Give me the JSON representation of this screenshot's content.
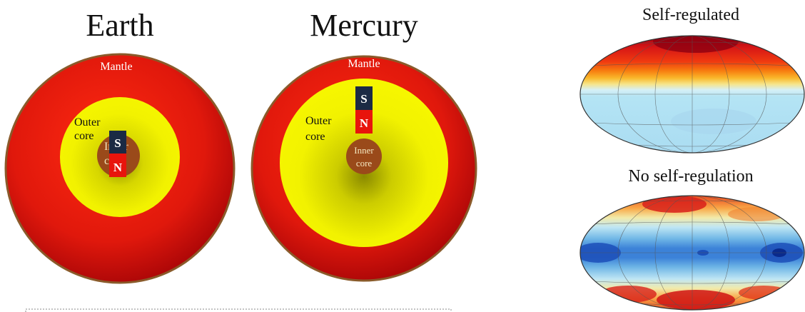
{
  "earth": {
    "title": "Earth",
    "mantle_label": "Mantle",
    "outer_core_label_1": "Outer",
    "outer_core_label_2": "core",
    "inner_core_label_1": "Inner",
    "inner_core_label_2": "core",
    "magnet_south": "S",
    "magnet_north": "N"
  },
  "mercury": {
    "title": "Mercury",
    "mantle_label": "Mantle",
    "outer_core_label_1": "Outer",
    "outer_core_label_2": "core",
    "inner_core_label_1": "Inner",
    "inner_core_label_2": "core",
    "magnet_south": "S",
    "magnet_north": "N"
  },
  "maps": {
    "top_title": "Self-regulated",
    "bottom_title": "No self-regulation"
  },
  "colors": {
    "mantle": "#e11a0c",
    "mantle_dark": "#b00a0a",
    "crust": "#8a5a2a",
    "outer_core": "#f0f000",
    "inner_core": "#9a4a1a",
    "magnet_south": "#1b2a44",
    "magnet_north": "#e8140c"
  }
}
